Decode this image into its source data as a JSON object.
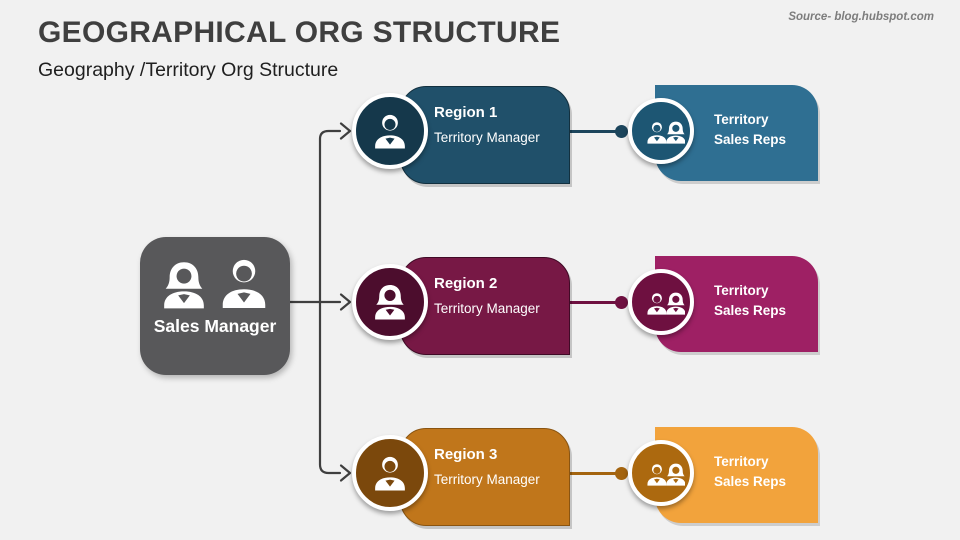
{
  "header": {
    "title": "GEOGRAPHICAL ORG STRUCTURE",
    "subtitle": "Geography /Territory Org Structure",
    "source": "Source- blog.hubspot.com"
  },
  "manager": {
    "label": "Sales Manager",
    "color": "#58585A"
  },
  "tree": {
    "line_color": "#3F3F3F"
  },
  "icons": {
    "manager": "woman-and-man-icon",
    "region_1": "man-icon",
    "region_2": "woman-icon",
    "region_3": "man-icon",
    "reps": "two-people-icon"
  },
  "rows": [
    {
      "region_name": "Region 1",
      "region_role": "Territory Manager",
      "reps_line1": "Territory",
      "reps_line2": "Sales Reps",
      "colors": {
        "region_box": "#20506A",
        "region_edge": "#12303F",
        "region_circle": "#15384B",
        "reps_box": "#2F6F92",
        "reps_circle": "#1D5673",
        "connector": "#1C455C"
      }
    },
    {
      "region_name": "Region 2",
      "region_role": "Territory Manager",
      "reps_line1": "Territory",
      "reps_line2": "Sales Reps",
      "colors": {
        "region_box": "#771845",
        "region_edge": "#400A26",
        "region_circle": "#4C0D2D",
        "reps_box": "#9E2064",
        "reps_circle": "#6E1040",
        "connector": "#6E1040"
      }
    },
    {
      "region_name": "Region 3",
      "region_role": "Territory Manager",
      "reps_line1": "Territory",
      "reps_line2": "Sales Reps",
      "colors": {
        "region_box": "#C0761B",
        "region_edge": "#8A5410",
        "region_circle": "#7B480C",
        "reps_box": "#F2A33C",
        "reps_circle": "#AC690F",
        "connector": "#A4640F"
      }
    }
  ]
}
